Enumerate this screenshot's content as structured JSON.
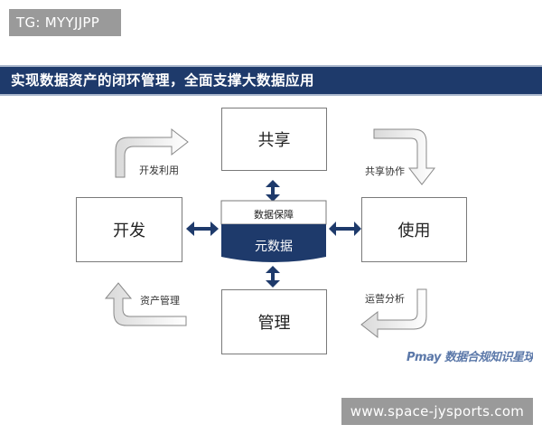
{
  "watermark_top": "TG: MYYJJPP",
  "header": {
    "title": "实现数据资产的闭环管理，全面支撑大数据应用"
  },
  "nodes": {
    "top": "共享",
    "left": "开发",
    "right": "使用",
    "bottom": "管理"
  },
  "center": {
    "upper_label": "数据保障",
    "lower_label": "元数据"
  },
  "flows": {
    "top_left": "开发利用",
    "top_right": "共享协作",
    "bottom_left": "资产管理",
    "bottom_right": "运营分析"
  },
  "logo_text": "Pmay 数据合规知识星球",
  "watermark_bottom": "www.space-jysports.com",
  "colors": {
    "navy": "#1e3a6b",
    "badge_gray": "#9a9a9a",
    "border_gray": "#7a7a7a"
  }
}
